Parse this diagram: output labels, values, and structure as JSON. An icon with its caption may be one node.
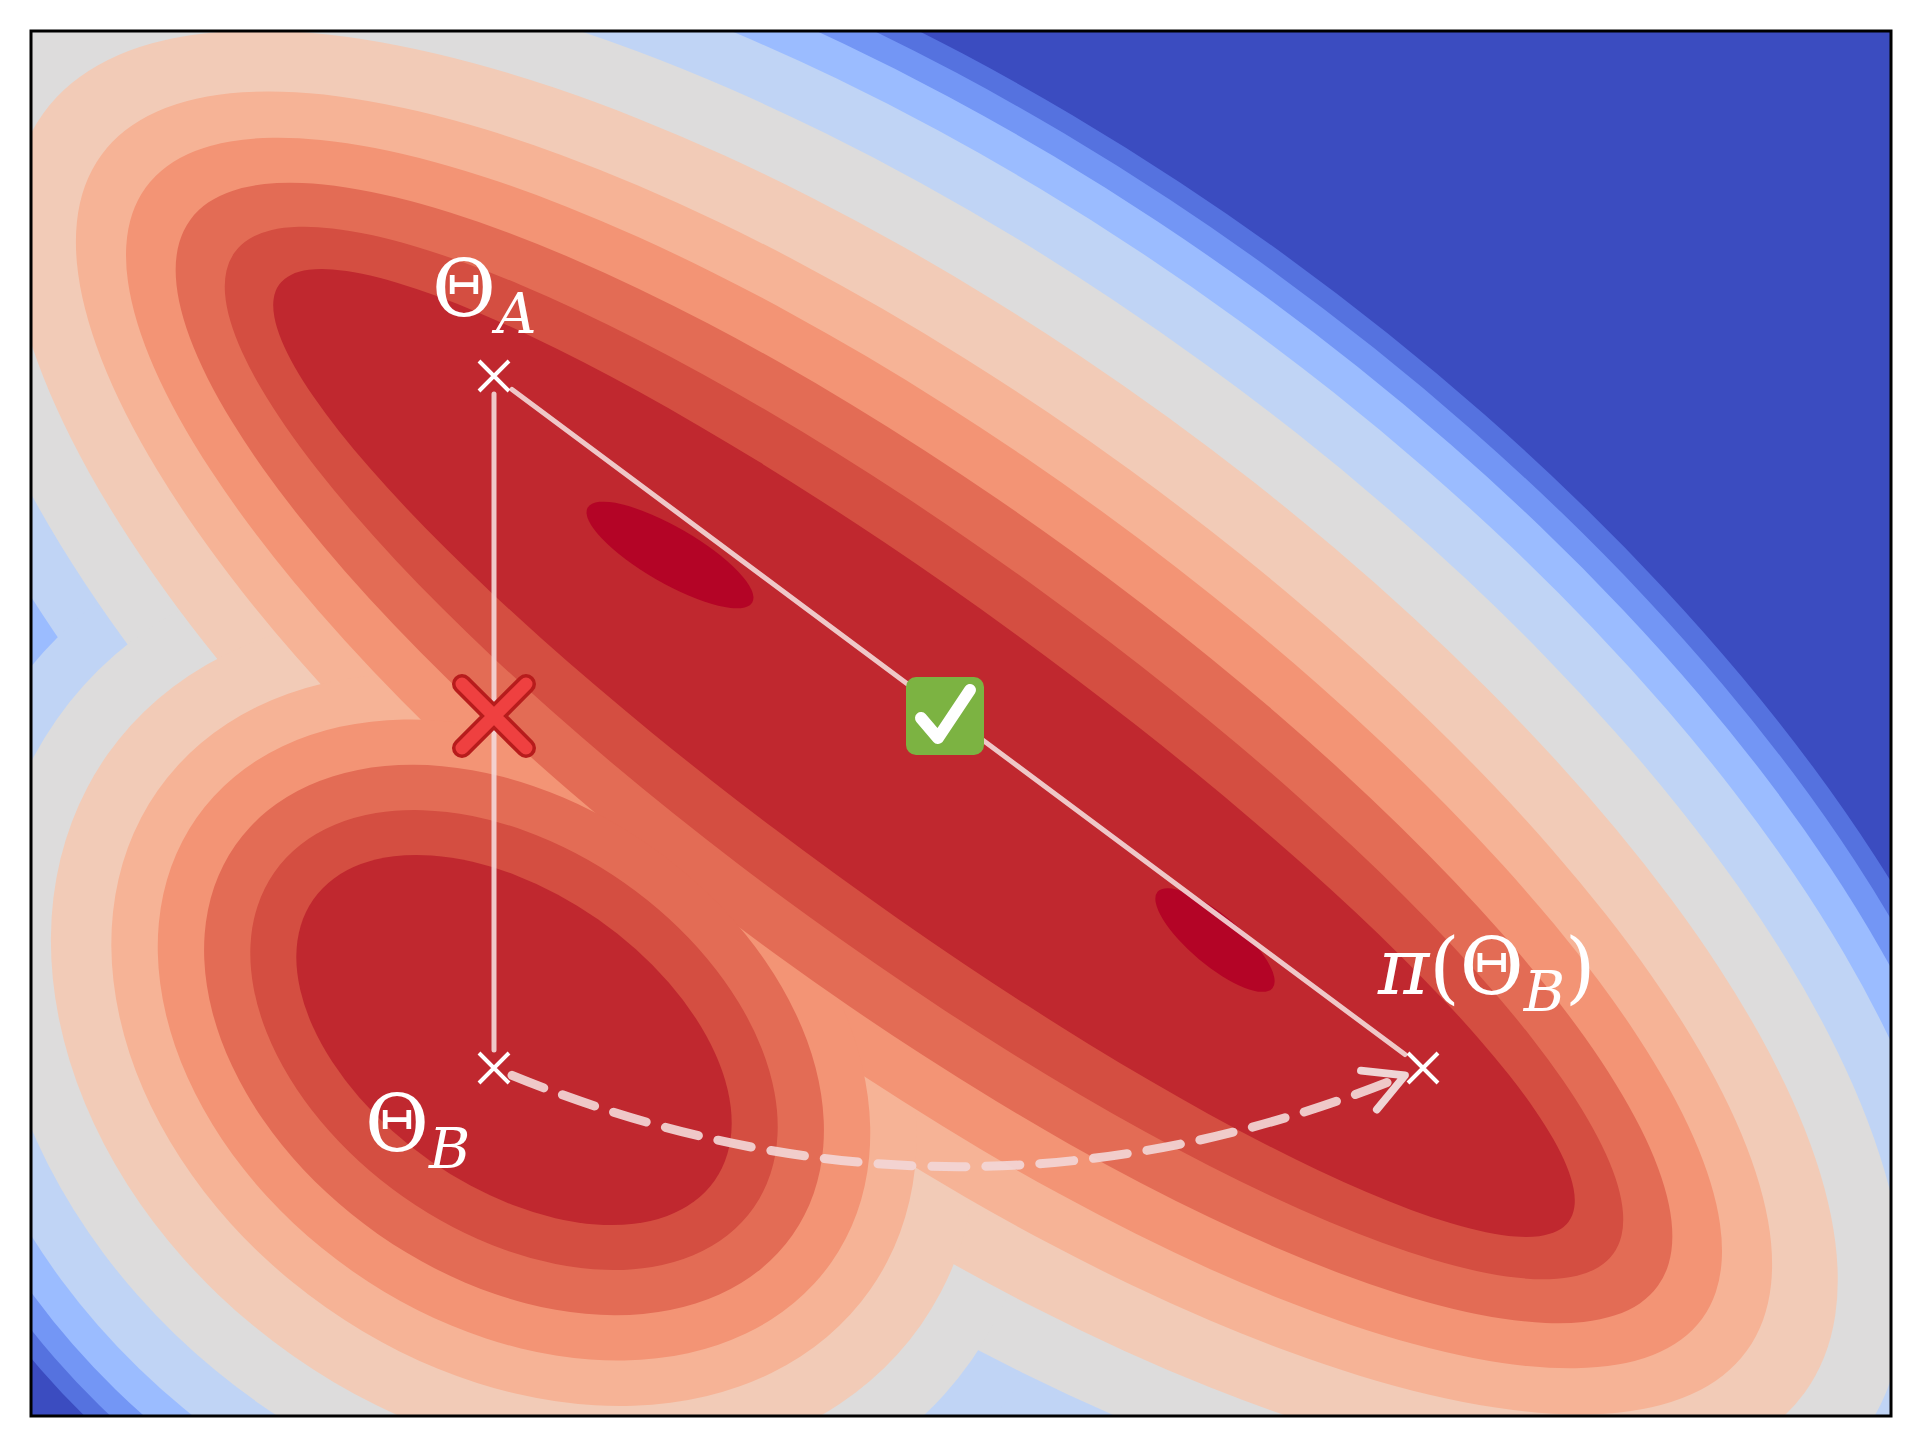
{
  "diagram": {
    "nodes": [
      {
        "text": [],
        "shape": "cross",
        "beside": [
          "Θ$_{A}$"
        ]
      },
      {
        "text": [],
        "shape": "cross",
        "beside": [
          "Θ$_{B}$"
        ]
      },
      {
        "text": [],
        "shape": "cross",
        "beside": [
          "*π*(Θ$_{B}$)"
        ]
      }
    ],
    "edges": [
      {
        "from": 0,
        "to": 1,
        "arrow": "none"
      },
      {
        "from": 0,
        "to": 2,
        "arrow": "none"
      },
      {
        "from": 1,
        "to": 2,
        "arrow": "to",
        "style": "dashed"
      }
    ]
  }
}
